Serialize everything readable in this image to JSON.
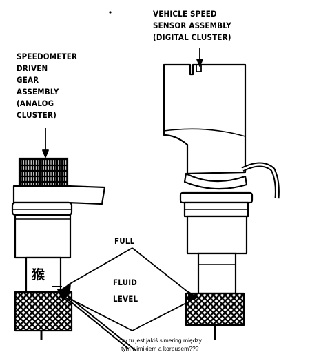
{
  "labels": {
    "vss_line1": "VEHICLE SPEED",
    "vss_line2": "SENSOR ASSEMBLY",
    "vss_line3": "(DIGITAL CLUSTER)",
    "sdg_line1": "SPEEDOMETER",
    "sdg_line2": "DRIVEN",
    "sdg_line3": "GEAR",
    "sdg_line4": "ASSEMBLY",
    "sdg_line5": "(ANALOG",
    "sdg_line6": "CLUSTER)",
    "full": "FULL",
    "fluid": "FLUID",
    "level": "LEVEL",
    "stamp_glyph": "猴"
  },
  "note": {
    "line1": "czy tu jest jakiś simering między",
    "line2": "tym wirnikiem a korpusem???"
  },
  "colors": {
    "ink": "#000000",
    "paper": "#ffffff"
  }
}
